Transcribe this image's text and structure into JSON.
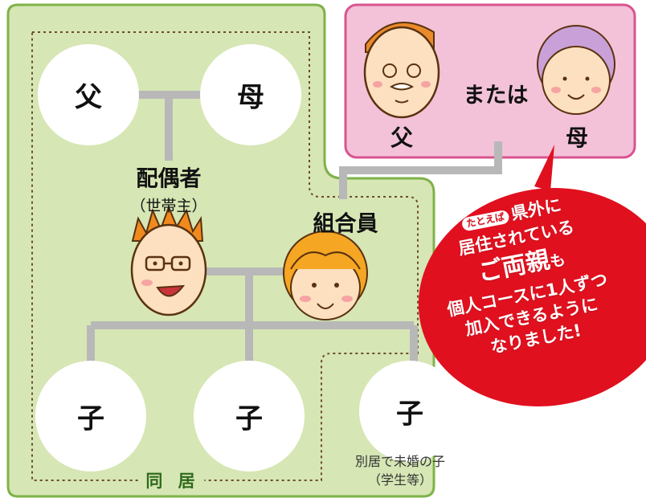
{
  "kin": {
    "father_left": "父",
    "mother_left": "母",
    "spouse": "配偶者",
    "spouse_note": "（世帯主）",
    "member": "組合員",
    "child1": "子",
    "child2": "子",
    "child3": "子",
    "child3_note_1": "別居で未婚の子",
    "child3_note_2": "（学生等）",
    "cohabit": "同 居"
  },
  "parents_panel": {
    "or_label": "または",
    "father": "父",
    "mother": "母"
  },
  "callout": {
    "tag": "たとえば",
    "line1": "県外に",
    "line2": "居住されている",
    "line3_main": "ご両親",
    "line3_suffix": "も",
    "line4": "個人コースに1人ずつ",
    "line5": "加入できるように",
    "line6": "なりました!"
  },
  "colors": {
    "green_panel": "#d6e6b4",
    "green_border": "#7fb24a",
    "pink_panel": "#f3c2d8",
    "pink_border": "#d9548f",
    "connector": "#b8b8b8",
    "callout_red": "#e0101e",
    "dotted": "#6b4c2a"
  }
}
